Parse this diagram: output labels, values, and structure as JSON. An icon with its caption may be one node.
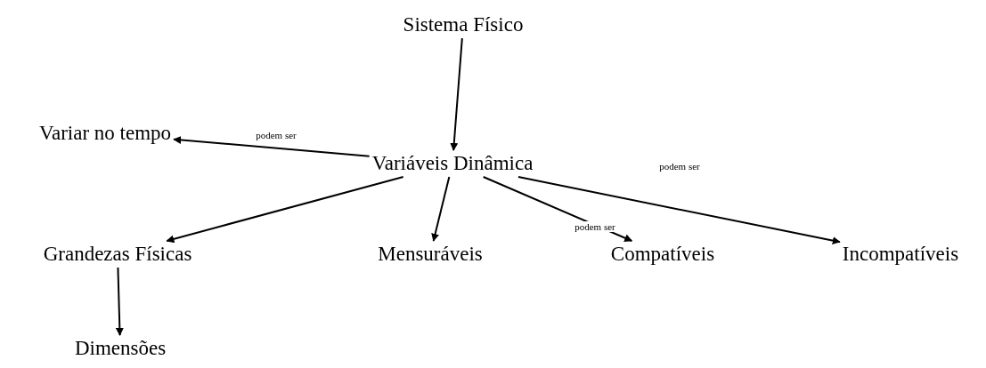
{
  "diagram": {
    "nodes": [
      {
        "text": [
          "Sistema Físico"
        ]
      },
      {
        "text": [
          "Variar no tempo"
        ]
      },
      {
        "text": [
          "Variáveis Dinâmica"
        ]
      },
      {
        "text": [
          "Grandezas Físicas"
        ]
      },
      {
        "text": [
          "Mensuráveis"
        ]
      },
      {
        "text": [
          "Compatíveis"
        ]
      },
      {
        "text": [
          "Incompatíveis"
        ]
      },
      {
        "text": [
          "Dimensões"
        ]
      }
    ],
    "edges": [
      {
        "from": 0,
        "to": 2,
        "arrow": "to"
      },
      {
        "from": 2,
        "to": 1,
        "arrow": "to",
        "label": "podem ser"
      },
      {
        "from": 2,
        "to": 3,
        "arrow": "to"
      },
      {
        "from": 2,
        "to": 4,
        "arrow": "to"
      },
      {
        "from": 2,
        "to": 5,
        "arrow": "to",
        "label": "podem ser"
      },
      {
        "from": 2,
        "to": 6,
        "arrow": "to",
        "label": "podem ser"
      },
      {
        "from": 3,
        "to": 7,
        "arrow": "to"
      }
    ]
  }
}
